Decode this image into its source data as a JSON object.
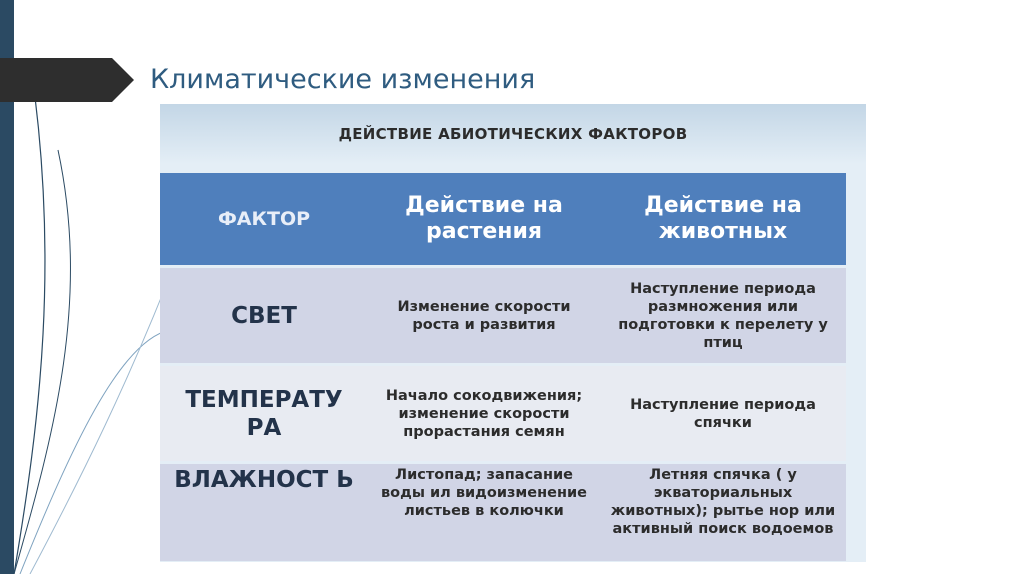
{
  "slide": {
    "title": "Климатические изменения"
  },
  "figure": {
    "caption": "ДЕЙСТВИЕ АБИОТИЧЕСКИХ ФАКТОРОВ",
    "headers": [
      "ФАКТОР",
      "Действие на растения",
      "Действие на животных"
    ],
    "rows": [
      {
        "factor": "СВЕТ",
        "plants": "Изменение скорости роста и развития",
        "animals": "Наступление периода размножения или подготовки к перелету у птиц"
      },
      {
        "factor": "ТЕМПЕРАТУ РА",
        "plants": "Начало сокодвижения; изменение скорости прорастания семян",
        "animals": "Наступление периода спячки"
      },
      {
        "factor": "ВЛАЖНОСТ Ь",
        "plants": "Листопад; запасание воды ил видоизменение листьев в колючки",
        "animals": "Летняя спячка ( у экваториальных животных); рытье нор или активный поиск водоемов"
      }
    ]
  },
  "colors": {
    "accent_dark": "#2b4a63",
    "title": "#2f5c80",
    "header_blue": "#4f7fbc"
  }
}
